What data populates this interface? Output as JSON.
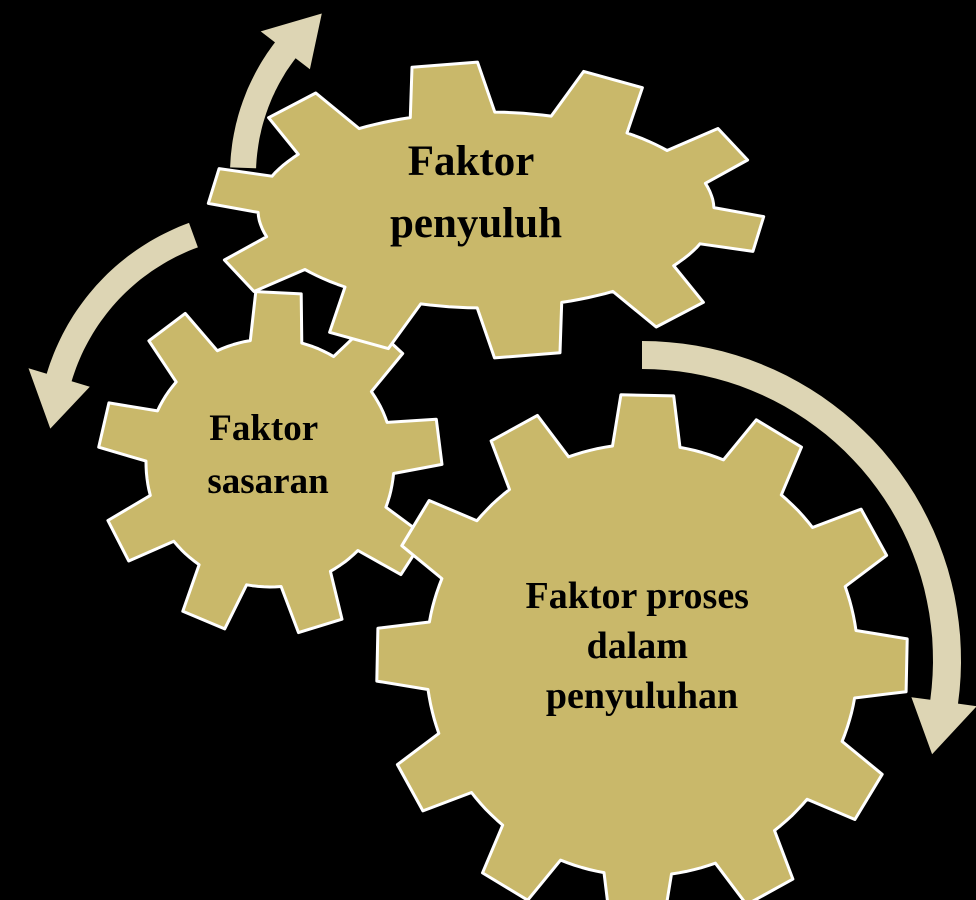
{
  "diagram": {
    "type": "gear-cycle",
    "colors": {
      "background": "#000000",
      "gear_fill": "#c9b86a",
      "gear_stroke": "#ffffff",
      "arrow_fill": "#ddd5b4",
      "text": "#000000"
    },
    "gears": [
      {
        "id": "penyuluh",
        "lines": [
          "Faktor",
          "penyuluh"
        ]
      },
      {
        "id": "sasaran",
        "lines": [
          "Faktor",
          "sasaran"
        ]
      },
      {
        "id": "proses",
        "lines": [
          "Faktor proses",
          "dalam",
          "penyuluhan"
        ]
      }
    ],
    "arrows": [
      {
        "id": "arrow-top",
        "icon": "curved-arrow-icon"
      },
      {
        "id": "arrow-left",
        "icon": "curved-arrow-icon"
      },
      {
        "id": "arrow-right",
        "icon": "curved-arrow-icon"
      }
    ]
  }
}
